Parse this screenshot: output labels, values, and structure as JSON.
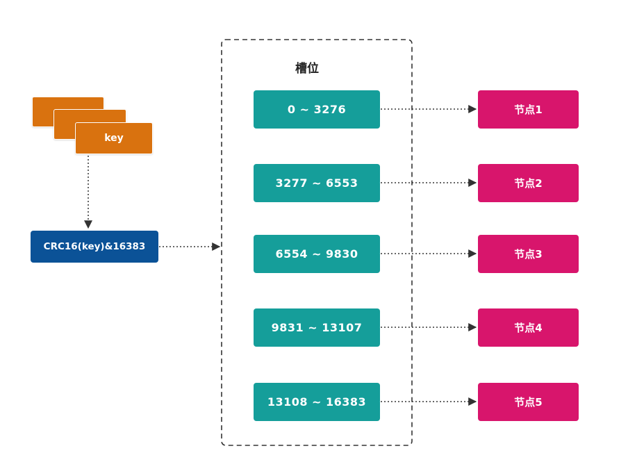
{
  "key_label": "key",
  "hash_label": "CRC16(key)&16383",
  "group_title": "槽位",
  "slots": [
    {
      "range": "0 ~ 3276",
      "node": "节点1"
    },
    {
      "range": "3277 ~ 6553",
      "node": "节点2"
    },
    {
      "range": "6554 ~ 9830",
      "node": "节点3"
    },
    {
      "range": "9831 ~ 13107",
      "node": "节点4"
    },
    {
      "range": "13108 ~ 16383",
      "node": "节点5"
    }
  ],
  "colors": {
    "key": "#d9720f",
    "hash": "#0b5297",
    "slot": "#159e9a",
    "node": "#d8156c",
    "connector": "#333333"
  }
}
